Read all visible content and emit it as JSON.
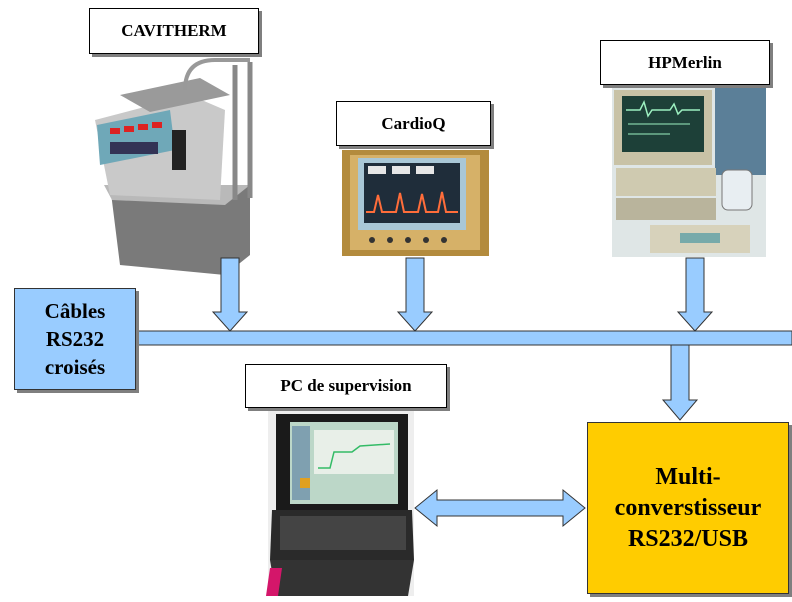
{
  "devices": {
    "cavitherm": {
      "label": "CAVITHERM"
    },
    "cardioq": {
      "label": "CardioQ"
    },
    "hpmerlin": {
      "label": "HPMerlin"
    },
    "pc": {
      "label": "PC de supervision"
    }
  },
  "cables": {
    "line1": "Câbles",
    "line2": "RS232",
    "line3": "croisés"
  },
  "converter": {
    "line1": "Multi-",
    "line2": "converstisseur",
    "line3": "RS232/USB"
  },
  "colors": {
    "bus": "#99ccff",
    "converter": "#ffcc00",
    "outline": "#333333"
  }
}
